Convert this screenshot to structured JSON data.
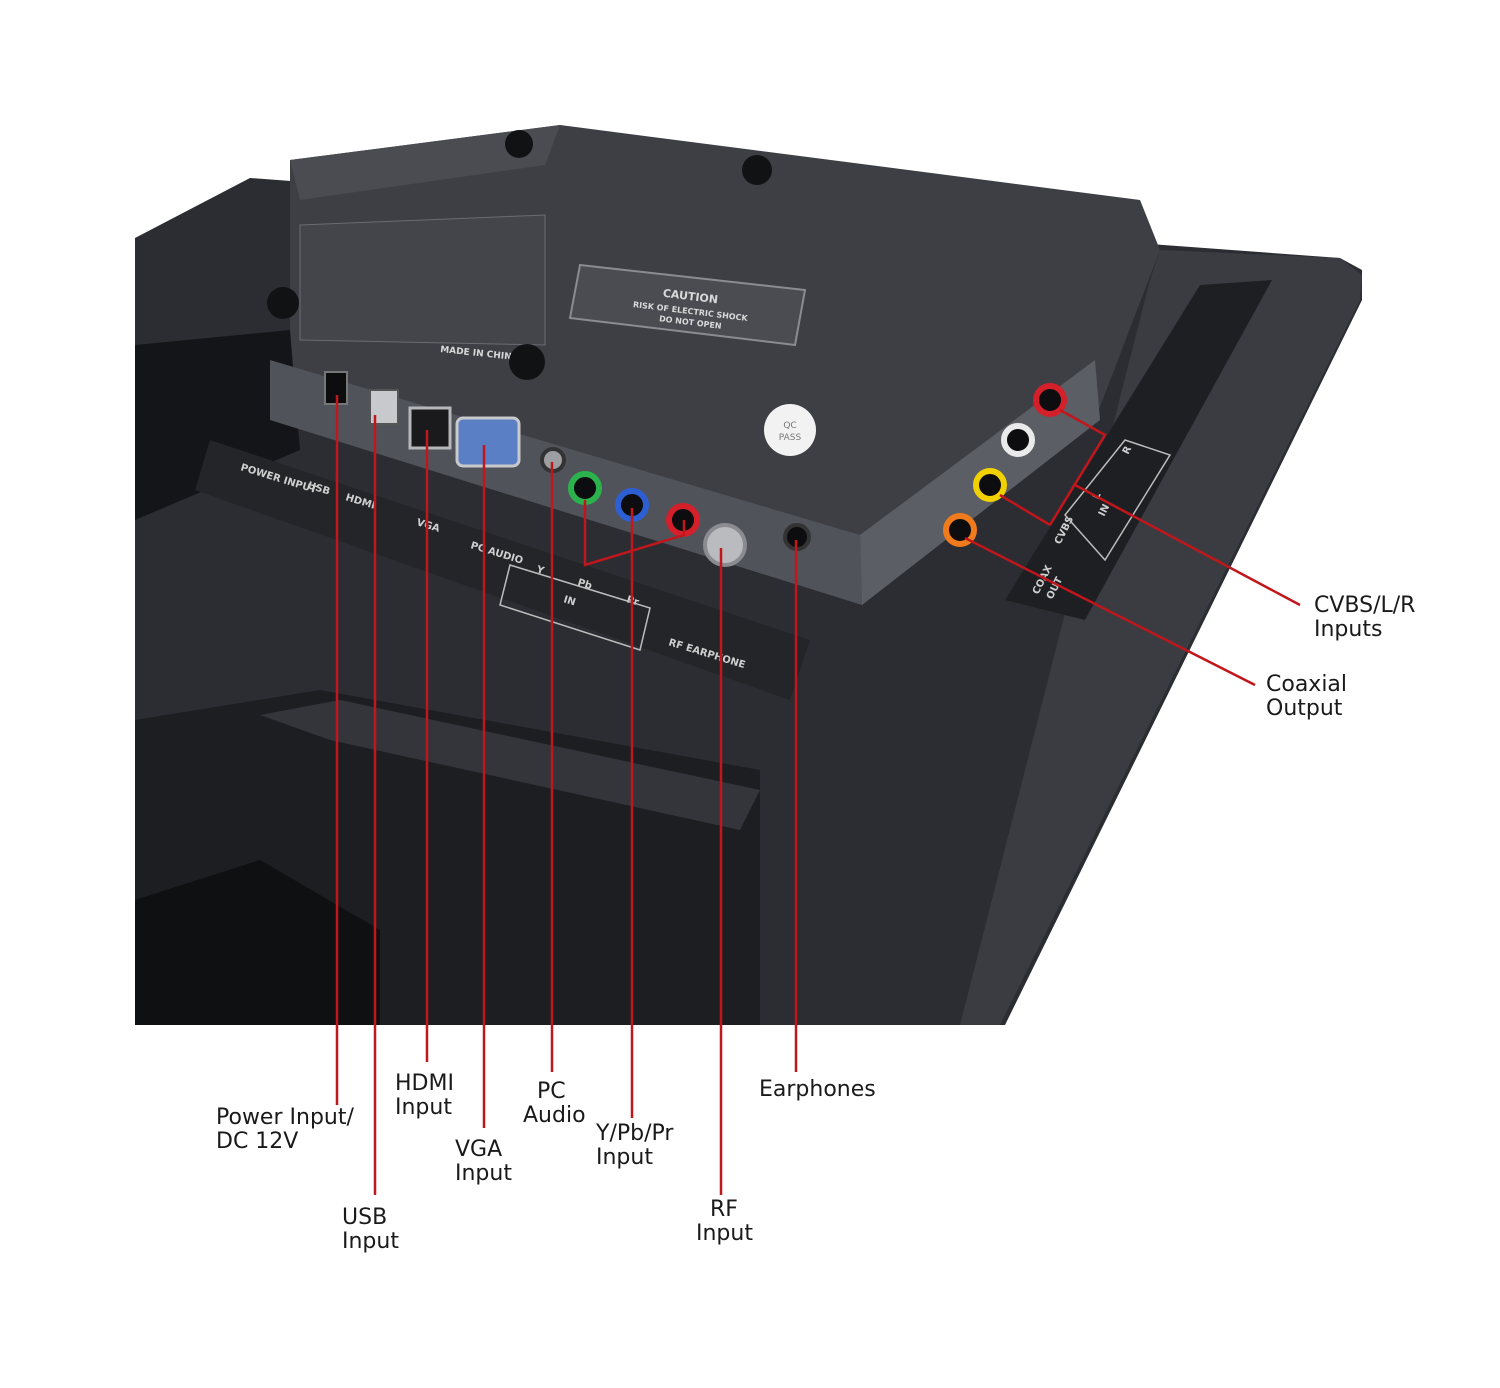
{
  "colors": {
    "callout_line": "#c0161c",
    "panel": "#2a2c31",
    "panel_dark": "#17181b",
    "background": "#ffffff"
  },
  "device": {
    "caution_label": {
      "heading": "CAUTION",
      "line1": "RISK OF ELECTRIC SHOCK",
      "line2": "DO NOT OPEN"
    },
    "qc_sticker": {
      "line1": "QC",
      "line2": "PASS"
    },
    "made_in": "MADE IN CHINA",
    "silk": {
      "power": "POWER INPUT",
      "usb": "USB",
      "hdmi": "HDMI",
      "vga": "VGA",
      "pc_audio": "PC AUDIO",
      "y": "Y",
      "pb": "Pb",
      "pr": "Pr",
      "in": "IN",
      "rf_earphone": "RF EARPHONE",
      "cvbs": "CVBS",
      "l": "L",
      "r": "R",
      "side_in": "IN",
      "coax": "COAX",
      "out": "OUT"
    }
  },
  "callouts": {
    "power": {
      "line1": "Power Input/",
      "line2": "DC 12V"
    },
    "usb": {
      "line1": "USB",
      "line2": "Input"
    },
    "hdmi": {
      "line1": "HDMI",
      "line2": "Input"
    },
    "vga": {
      "line1": "VGA",
      "line2": "Input"
    },
    "pc_audio": {
      "line1": "PC",
      "line2": "Audio"
    },
    "ypbpr": {
      "line1": "Y/Pb/Pr",
      "line2": "Input"
    },
    "rf": {
      "line1": "RF",
      "line2": "Input"
    },
    "earphones": {
      "line1": "Earphones"
    },
    "cvbs": {
      "line1": "CVBS/L/R",
      "line2": "Inputs"
    },
    "coaxial": {
      "line1": "Coaxial",
      "line2": "Output"
    }
  }
}
